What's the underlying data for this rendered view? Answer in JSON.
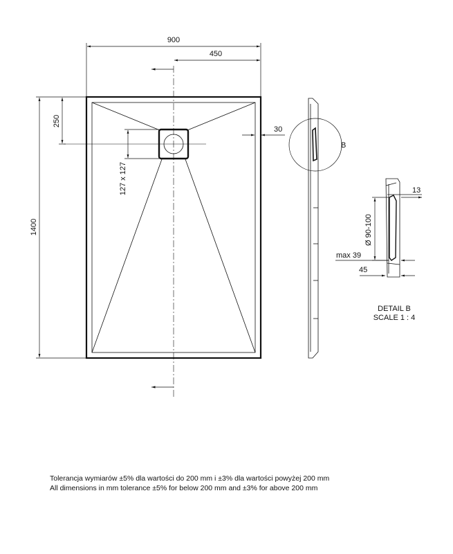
{
  "dimensions": {
    "overall_width": "900",
    "half_width": "450",
    "overall_length": "1400",
    "drain_offset": "250",
    "drain_size": "127 x 127",
    "rim_width": "30",
    "detail_top": "13",
    "detail_drain_diameter": "Ø 90-100",
    "detail_max_height": "max 39",
    "detail_depth": "45"
  },
  "detail": {
    "marker": "B",
    "title": "DETAIL B",
    "scale": "SCALE 1 : 4"
  },
  "notes": {
    "line_pl": "Tolerancja wymiarów ±5% dla wartości do 200 mm i ±3% dla wartości powyżej 200 mm",
    "line_en": "All dimensions in mm tolerance ±5% for below 200 mm and ±3% for above 200 mm"
  }
}
